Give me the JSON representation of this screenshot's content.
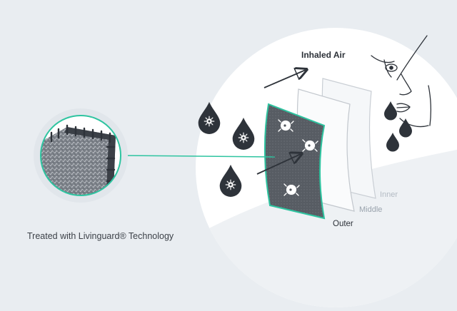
{
  "labels": {
    "inhaled_air": "Inhaled Air",
    "outer": "Outer",
    "middle": "Middle",
    "inner": "Inner",
    "caption": "Treated with Livinguard® Technology"
  },
  "colors": {
    "background": "#e9edf1",
    "accent": "#2ec4a0",
    "droplet": "#2e333a",
    "outer_layer": "#4f545b",
    "layer_faint": "#f5f7f9"
  },
  "icons": [
    "water-droplet-icon",
    "virus-icon",
    "arrow-icon",
    "face-illustration",
    "fabric-weave"
  ]
}
